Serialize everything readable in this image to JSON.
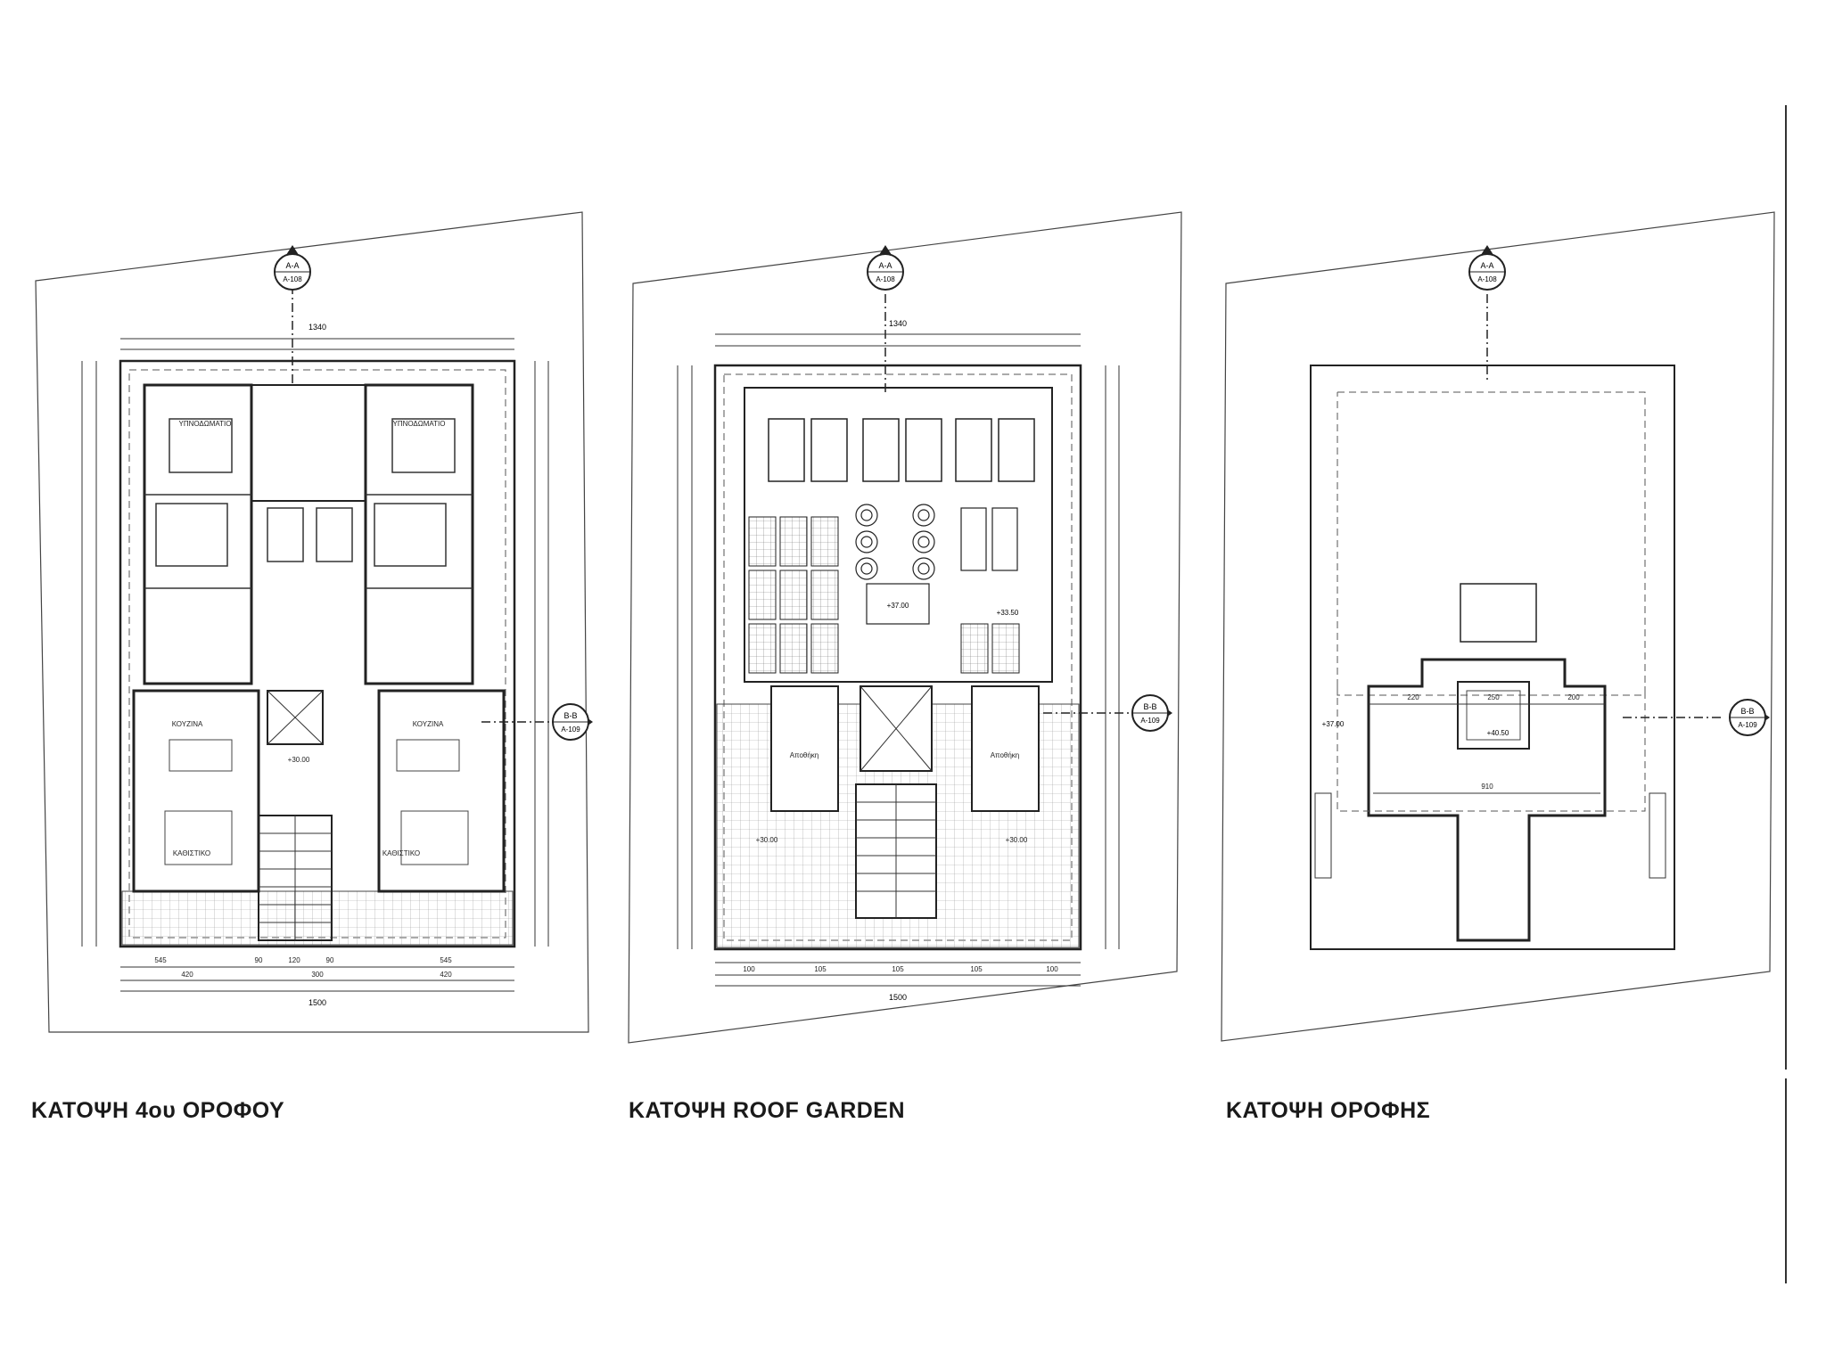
{
  "plans": [
    {
      "title": "ΚΑΤΟΨΗ 4ου ΟΡΟΦΟΥ"
    },
    {
      "title": "ΚΑΤΟΨΗ ROOF GARDEN"
    },
    {
      "title": "ΚΑΤΟΨΗ ΟΡΟΦΗΣ"
    }
  ],
  "markers": {
    "section_a_letter": "A-A",
    "section_a_ref": "A-108",
    "section_b_letter": "B-B",
    "section_b_ref": "A-109"
  },
  "dims": {
    "top_total": "1340",
    "bottom_total": "1500",
    "plan1_bottom": [
      "545",
      "90",
      "120",
      "90",
      "545"
    ],
    "plan1_row2": [
      "420",
      "300",
      "420"
    ],
    "plan2_bottom": [
      "100",
      "105",
      "105",
      "105",
      "100"
    ],
    "plan3_top": [
      "220",
      "250",
      "200"
    ],
    "plan3_mid": "910",
    "levels": [
      "+30.00",
      "+33.50",
      "+37.00",
      "+40.50"
    ]
  },
  "rooms": {
    "bedroom": "ΥΠΝΟΔΩΜΑΤΙΟ",
    "kitchen": "ΚΟΥΖΙΝΑ",
    "living": "ΚΑΘΙΣΤΙΚΟ",
    "storage": "Αποθήκη"
  },
  "colors": {
    "ink": "#222222",
    "paper": "#ffffff",
    "fine": "#555555"
  }
}
